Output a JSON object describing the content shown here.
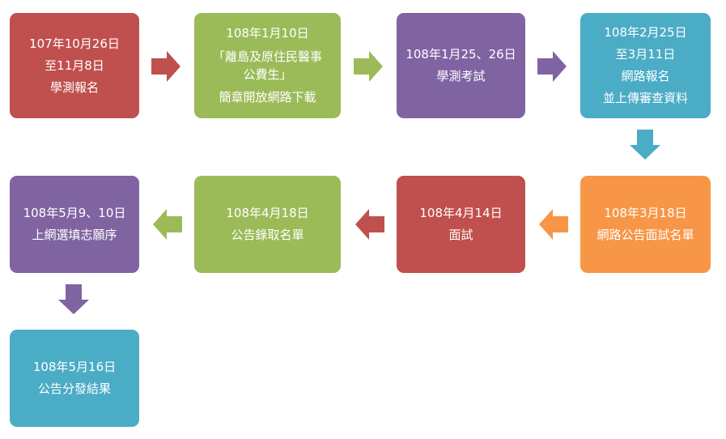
{
  "colors": {
    "red": "#c0504d",
    "green": "#9bbb59",
    "purple": "#8064a2",
    "teal": "#4bacc6",
    "orange": "#f79646"
  },
  "steps": [
    {
      "lines": [
        "107年10月26日",
        "至11月8日",
        "學測報名"
      ],
      "color": "red"
    },
    {
      "lines": [
        "108年1月10日",
        "「離島及原住民醫事",
        "公費生」",
        "簡章開放網路下載"
      ],
      "color": "green"
    },
    {
      "lines": [
        "108年1月25、26日",
        "學測考試"
      ],
      "color": "purple"
    },
    {
      "lines": [
        "108年2月25日",
        "至3月11日",
        "網路報名",
        "並上傳審查資料"
      ],
      "color": "teal"
    },
    {
      "lines": [
        "108年3月18日",
        "網路公告面試名單"
      ],
      "color": "orange"
    },
    {
      "lines": [
        "108年4月14日",
        "面試"
      ],
      "color": "red"
    },
    {
      "lines": [
        "108年4月18日",
        "公告錄取名單"
      ],
      "color": "green"
    },
    {
      "lines": [
        "108年5月9、10日",
        "上網選填志願序"
      ],
      "color": "purple"
    },
    {
      "lines": [
        "108年5月16日",
        "公告分發結果"
      ],
      "color": "teal"
    }
  ],
  "arrows": [
    {
      "direction": "right",
      "color": "red"
    },
    {
      "direction": "right",
      "color": "green"
    },
    {
      "direction": "right",
      "color": "purple"
    },
    {
      "direction": "down",
      "color": "teal"
    },
    {
      "direction": "left",
      "color": "orange"
    },
    {
      "direction": "left",
      "color": "red"
    },
    {
      "direction": "left",
      "color": "green"
    },
    {
      "direction": "down",
      "color": "purple"
    }
  ]
}
